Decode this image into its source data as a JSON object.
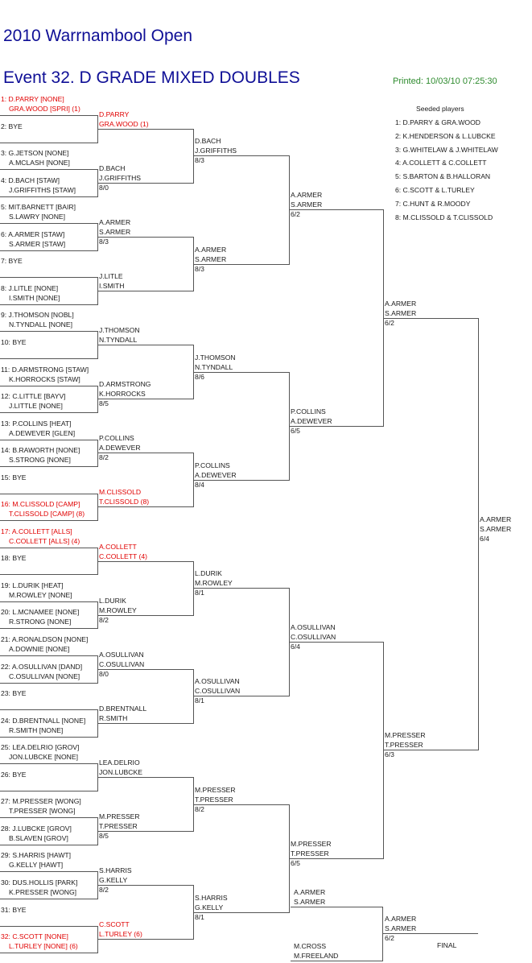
{
  "tournament_title": "2010 Warrnambool Open",
  "event_title": "Event 32. D GRADE MIXED DOUBLES",
  "printed": "Printed: 10/03/10 07:25:30",
  "seeded": {
    "heading": "Seeded players",
    "list": [
      "1: D.PARRY & GRA.WOOD",
      "2: K.HENDERSON & L.LUBCKE",
      "3: G.WHITELAW & J.WHITELAW",
      "4: A.COLLETT & C.COLLETT",
      "5: S.BARTON & B.HALLORAN",
      "6: C.SCOTT & L.TURLEY",
      "7: C.HUNT & R.MOODY",
      "8: M.CLISSOLD & T.CLISSOLD"
    ]
  },
  "round1": [
    {
      "num": "1",
      "p1": "1: D.PARRY [NONE]",
      "p2": "GRA.WOOD [SPRI] (1)",
      "seeded": true
    },
    {
      "num": "2",
      "p1": "2: BYE",
      "p2": "",
      "seeded": false
    },
    {
      "num": "3",
      "p1": "3: G.JETSON [NONE]",
      "p2": "A.MCLASH [NONE]",
      "seeded": false
    },
    {
      "num": "4",
      "p1": "4: D.BACH [STAW]",
      "p2": "J.GRIFFITHS [STAW]",
      "seeded": false
    },
    {
      "num": "5",
      "p1": "5: MIT.BARNETT [BAIR]",
      "p2": "S.LAWRY [NONE]",
      "seeded": false
    },
    {
      "num": "6",
      "p1": "6: A.ARMER [STAW]",
      "p2": "S.ARMER [STAW]",
      "seeded": false
    },
    {
      "num": "7",
      "p1": "7: BYE",
      "p2": "",
      "seeded": false
    },
    {
      "num": "8",
      "p1": "8: J.LITLE [NONE]",
      "p2": "I.SMITH [NONE]",
      "seeded": false
    },
    {
      "num": "9",
      "p1": "9: J.THOMSON [NOBL]",
      "p2": "N.TYNDALL [NONE]",
      "seeded": false
    },
    {
      "num": "10",
      "p1": "10: BYE",
      "p2": "",
      "seeded": false
    },
    {
      "num": "11",
      "p1": "11: D.ARMSTRONG [STAW]",
      "p2": "K.HORROCKS [STAW]",
      "seeded": false
    },
    {
      "num": "12",
      "p1": "12: C.LITTLE [BAYV]",
      "p2": "J.LITTLE [NONE]",
      "seeded": false
    },
    {
      "num": "13",
      "p1": "13: P.COLLINS [HEAT]",
      "p2": "A.DEWEVER [GLEN]",
      "seeded": false
    },
    {
      "num": "14",
      "p1": "14: B.RAWORTH [NONE]",
      "p2": "S.STRONG [NONE]",
      "seeded": false
    },
    {
      "num": "15",
      "p1": "15: BYE",
      "p2": "",
      "seeded": false
    },
    {
      "num": "16",
      "p1": "16: M.CLISSOLD [CAMP]",
      "p2": "T.CLISSOLD [CAMP] (8)",
      "seeded": true
    },
    {
      "num": "17",
      "p1": "17: A.COLLETT [ALLS]",
      "p2": "C.COLLETT [ALLS] (4)",
      "seeded": true
    },
    {
      "num": "18",
      "p1": "18: BYE",
      "p2": "",
      "seeded": false
    },
    {
      "num": "19",
      "p1": "19: L.DURIK [HEAT]",
      "p2": "M.ROWLEY [NONE]",
      "seeded": false
    },
    {
      "num": "20",
      "p1": "20: L.MCNAMEE [NONE]",
      "p2": "R.STRONG [NONE]",
      "seeded": false
    },
    {
      "num": "21",
      "p1": "21: A.RONALDSON [NONE]",
      "p2": "A.DOWNIE [NONE]",
      "seeded": false
    },
    {
      "num": "22",
      "p1": "22: A.OSULLIVAN [DAND]",
      "p2": "C.OSULLIVAN [NONE]",
      "seeded": false
    },
    {
      "num": "23",
      "p1": "23: BYE",
      "p2": "",
      "seeded": false
    },
    {
      "num": "24",
      "p1": "24: D.BRENTNALL [NONE]",
      "p2": "R.SMITH [NONE]",
      "seeded": false
    },
    {
      "num": "25",
      "p1": "25: LEA.DELRIO [GROV]",
      "p2": "JON.LUBCKE [NONE]",
      "seeded": false
    },
    {
      "num": "26",
      "p1": "26: BYE",
      "p2": "",
      "seeded": false
    },
    {
      "num": "27",
      "p1": "27: M.PRESSER [WONG]",
      "p2": "T.PRESSER [WONG]",
      "seeded": false
    },
    {
      "num": "28",
      "p1": "28: J.LUBCKE [GROV]",
      "p2": "B.SLAVEN [GROV]",
      "seeded": false
    },
    {
      "num": "29",
      "p1": "29: S.HARRIS [HAWT]",
      "p2": "G.KELLY [HAWT]",
      "seeded": false
    },
    {
      "num": "30",
      "p1": "30: DUS.HOLLIS [PARK]",
      "p2": "K.PRESSER [WONG]",
      "seeded": false
    },
    {
      "num": "31",
      "p1": "31: BYE",
      "p2": "",
      "seeded": false
    },
    {
      "num": "32",
      "p1": "32: C.SCOTT [NONE]",
      "p2": "L.TURLEY [NONE] (6)",
      "seeded": true
    }
  ],
  "round2": [
    {
      "p1": "D.PARRY",
      "p2": "GRA.WOOD (1)",
      "score": "",
      "seeded": true
    },
    {
      "p1": "D.BACH",
      "p2": "J.GRIFFITHS",
      "score": "8/0",
      "seeded": false
    },
    {
      "p1": "A.ARMER",
      "p2": "S.ARMER",
      "score": "8/3",
      "seeded": false
    },
    {
      "p1": "J.LITLE",
      "p2": "I.SMITH",
      "score": "",
      "seeded": false
    },
    {
      "p1": "J.THOMSON",
      "p2": "N.TYNDALL",
      "score": "",
      "seeded": false
    },
    {
      "p1": "D.ARMSTRONG",
      "p2": "K.HORROCKS",
      "score": "8/5",
      "seeded": false
    },
    {
      "p1": "P.COLLINS",
      "p2": "A.DEWEVER",
      "score": "8/2",
      "seeded": false
    },
    {
      "p1": "M.CLISSOLD",
      "p2": "T.CLISSOLD (8)",
      "score": "",
      "seeded": true
    },
    {
      "p1": "A.COLLETT",
      "p2": "C.COLLETT (4)",
      "score": "",
      "seeded": true
    },
    {
      "p1": "L.DURIK",
      "p2": "M.ROWLEY",
      "score": "8/2",
      "seeded": false
    },
    {
      "p1": "A.OSULLIVAN",
      "p2": "C.OSULLIVAN",
      "score": "8/0",
      "seeded": false
    },
    {
      "p1": "D.BRENTNALL",
      "p2": "R.SMITH",
      "score": "",
      "seeded": false
    },
    {
      "p1": "LEA.DELRIO",
      "p2": "JON.LUBCKE",
      "score": "",
      "seeded": false
    },
    {
      "p1": "M.PRESSER",
      "p2": "T.PRESSER",
      "score": "8/5",
      "seeded": false
    },
    {
      "p1": "S.HARRIS",
      "p2": "G.KELLY",
      "score": "8/2",
      "seeded": false
    },
    {
      "p1": "C.SCOTT",
      "p2": "L.TURLEY (6)",
      "score": "",
      "seeded": true
    }
  ],
  "round3": [
    {
      "p1": "D.BACH",
      "p2": "J.GRIFFITHS",
      "score": "8/3"
    },
    {
      "p1": "A.ARMER",
      "p2": "S.ARMER",
      "score": "8/3"
    },
    {
      "p1": "J.THOMSON",
      "p2": "N.TYNDALL",
      "score": "8/6"
    },
    {
      "p1": "P.COLLINS",
      "p2": "A.DEWEVER",
      "score": "8/4"
    },
    {
      "p1": "L.DURIK",
      "p2": "M.ROWLEY",
      "score": "8/1"
    },
    {
      "p1": "A.OSULLIVAN",
      "p2": "C.OSULLIVAN",
      "score": "8/1"
    },
    {
      "p1": "M.PRESSER",
      "p2": "T.PRESSER",
      "score": "8/2"
    },
    {
      "p1": "S.HARRIS",
      "p2": "G.KELLY",
      "score": "8/1"
    }
  ],
  "round4": [
    {
      "p1": "A.ARMER",
      "p2": "S.ARMER",
      "score": "6/2"
    },
    {
      "p1": "P.COLLINS",
      "p2": "A.DEWEVER",
      "score": "6/5"
    },
    {
      "p1": "A.OSULLIVAN",
      "p2": "C.OSULLIVAN",
      "score": "6/4"
    },
    {
      "p1": "M.PRESSER",
      "p2": "T.PRESSER",
      "score": "6/5"
    }
  ],
  "round5": [
    {
      "p1": "A.ARMER",
      "p2": "S.ARMER",
      "score": "6/2"
    },
    {
      "p1": "M.PRESSER",
      "p2": "T.PRESSER",
      "score": "6/3"
    }
  ],
  "round6": [
    {
      "p1": "A.ARMER",
      "p2": "S.ARMER",
      "score": "6/4"
    }
  ],
  "playoff": {
    "top": {
      "p1": "A.ARMER",
      "p2": "S.ARMER"
    },
    "bottom": {
      "p1": "M.CROSS",
      "p2": "M.FREELAND"
    },
    "result": {
      "p1": "A.ARMER",
      "p2": "S.ARMER",
      "score": "6/2"
    },
    "final_label": "FINAL"
  }
}
